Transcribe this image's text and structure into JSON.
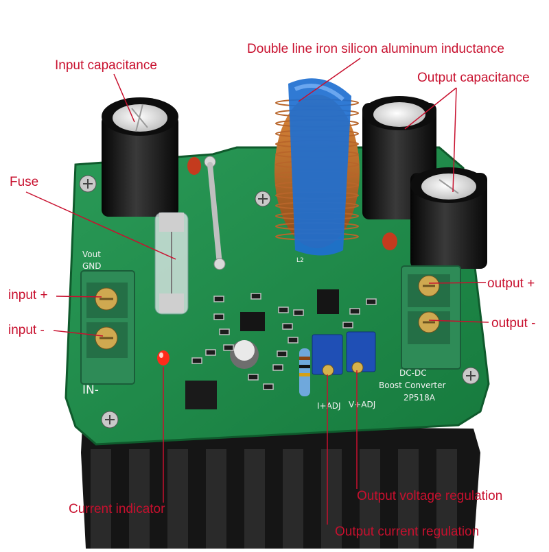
{
  "callouts": {
    "input_capacitance": "Input capacitance",
    "inductance": "Double line iron silicon aluminum inductance",
    "output_capacitance": "Output capacitance",
    "fuse": "Fuse",
    "input_plus": "input +",
    "input_minus": "input -",
    "output_plus": "output +",
    "output_minus": "output -",
    "current_indicator": "Current indicator",
    "output_voltage_regulation": "Output voltage regulation",
    "output_current_regulation": "Output current regulation"
  },
  "board_silkscreen": {
    "vout": "Vout",
    "gnd": "GND",
    "in_minus": "IN-",
    "l2": "L2",
    "dc_dc": "DC-DC",
    "boost_converter": "Boost Converter",
    "model": "2P518A",
    "i_adj": "I+ADJ",
    "v_adj": "V+ADJ"
  },
  "colors": {
    "callout_red": "#c8102e",
    "pcb_green": "#1f8a4c",
    "heatsink": "#1a1a1a",
    "terminal_green": "#2e8b57",
    "pot_blue": "#1f4fb5",
    "toroid_blue": "#1e6fd0"
  }
}
